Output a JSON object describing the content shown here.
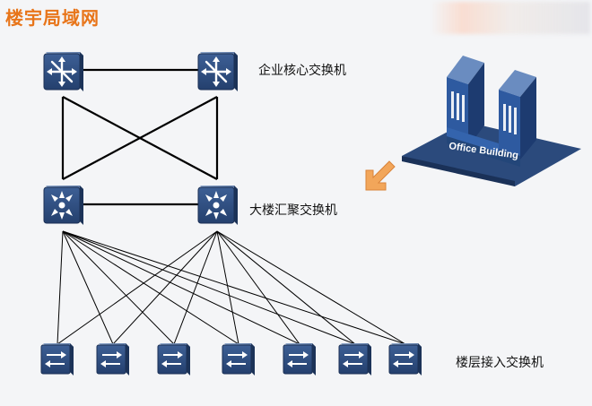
{
  "title": "楼宇局域网",
  "labels": {
    "core": "企业核心交换机",
    "aggregation": "大楼汇聚交换机",
    "access": "楼层接入交换机",
    "building": "Office Building"
  },
  "colors": {
    "title": "#e8751a",
    "device_face": "#2e4d80",
    "device_top": "#6f8cb8",
    "arrow": "#f2a65a"
  },
  "icons": {
    "core": "router-crossed-arrows-icon",
    "aggregation": "converging-arrows-icon",
    "access": "switch-arrows-icon",
    "arrow": "down-left-arrow-icon",
    "building": "office-building-icon"
  }
}
